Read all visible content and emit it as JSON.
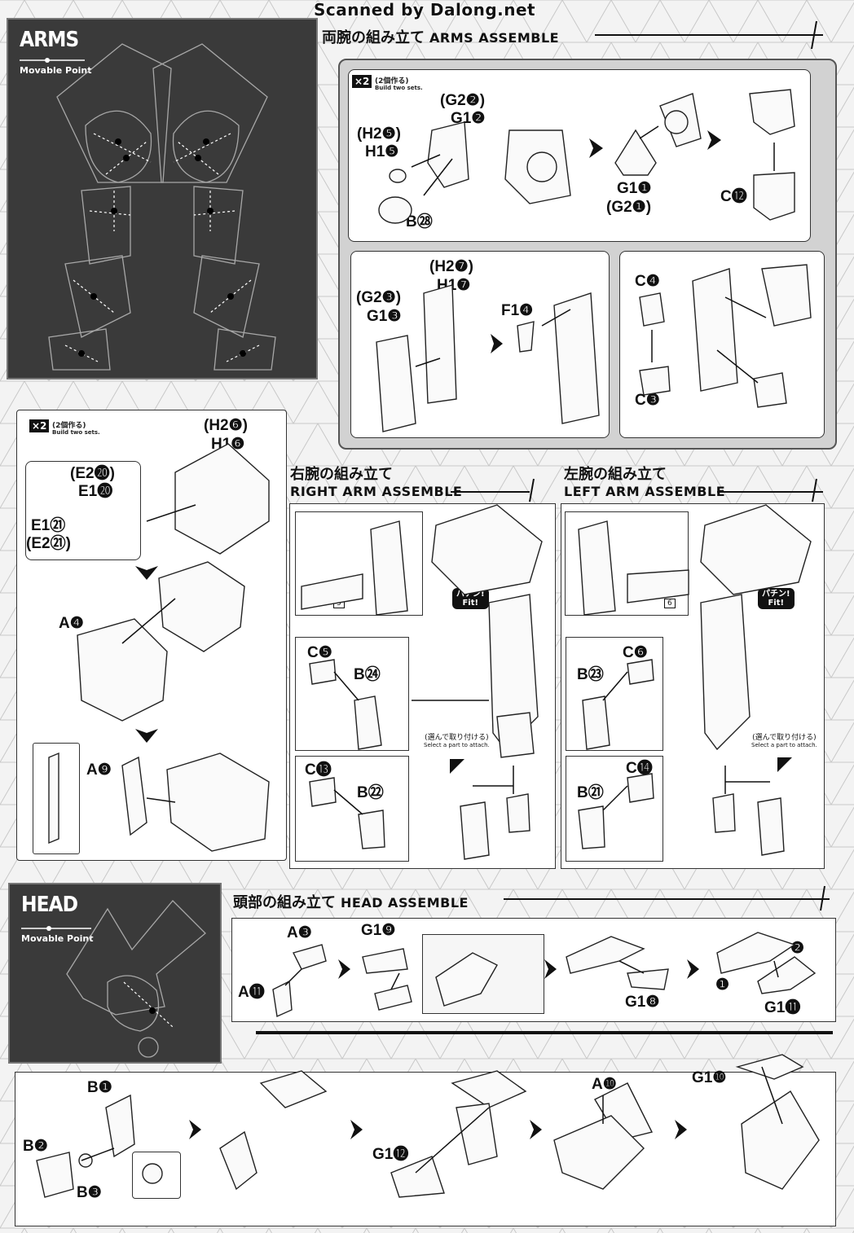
{
  "watermark": "Scanned by Dalong.net",
  "arms_panel": {
    "title": "ARMS",
    "subtitle": "Movable Point"
  },
  "head_panel": {
    "title": "HEAD",
    "subtitle": "Movable Point"
  },
  "headings": {
    "arms_assemble_jp": "両腕の組み立て",
    "arms_assemble_en": "ARMS ASSEMBLE",
    "right_arm_jp": "右腕の組み立て",
    "right_arm_en": "RIGHT ARM ASSEMBLE",
    "left_arm_jp": "左腕の組み立て",
    "left_arm_en": "LEFT ARM ASSEMBLE",
    "head_assemble_jp": "頭部の組み立て",
    "head_assemble_en": "HEAD ASSEMBLE"
  },
  "build_two": {
    "badge": "×2",
    "jp": "(2個作る)",
    "en": "Build two sets."
  },
  "fit_label": {
    "jp": "パチン!",
    "en": "Fit!"
  },
  "select_part": {
    "jp": "(選んで取り付ける)",
    "en": "Select a part to attach."
  },
  "ref_numbers": {
    "right": "5",
    "left": "6"
  },
  "part_labels": {
    "g2_2": "(G2❷)",
    "g1_2": "G1❷",
    "h2_5": "(H2❺)",
    "h1_5": "H1❺",
    "b28": "B㉘",
    "g1_1": "G1❶",
    "g2_1": "(G2❶)",
    "c12": "C⓬",
    "h2_7": "(H2❼)",
    "h1_7": "H1❼",
    "g2_3": "(G2❸)",
    "g1_3": "G1❸",
    "f1_4": "F1❹",
    "c4": "C❹",
    "c3": "C❸",
    "h2_6": "(H2❻)",
    "h1_6": "H1❻",
    "e2_20": "(E2⓴)",
    "e1_20": "E1⓴",
    "e1_21": "E1㉑",
    "e2_21": "(E2㉑)",
    "a4": "A❹",
    "a9": "A❾",
    "c5": "C❺",
    "b24": "B㉔",
    "c13": "C⓭",
    "b22": "B㉒",
    "c6": "C❻",
    "b23": "B㉓",
    "c14": "C⓮",
    "b21": "B㉑",
    "a3": "A❸",
    "a11": "A⓫",
    "g1_9": "G1❾",
    "g1_8": "G1❽",
    "g1_11": "G1⓫",
    "b1": "B❶",
    "b2": "B❷",
    "b3": "B❸",
    "g1_12": "G1⓬",
    "a10": "A❿",
    "g1_10": "G1❿",
    "step1": "❶",
    "step2": "❷"
  }
}
